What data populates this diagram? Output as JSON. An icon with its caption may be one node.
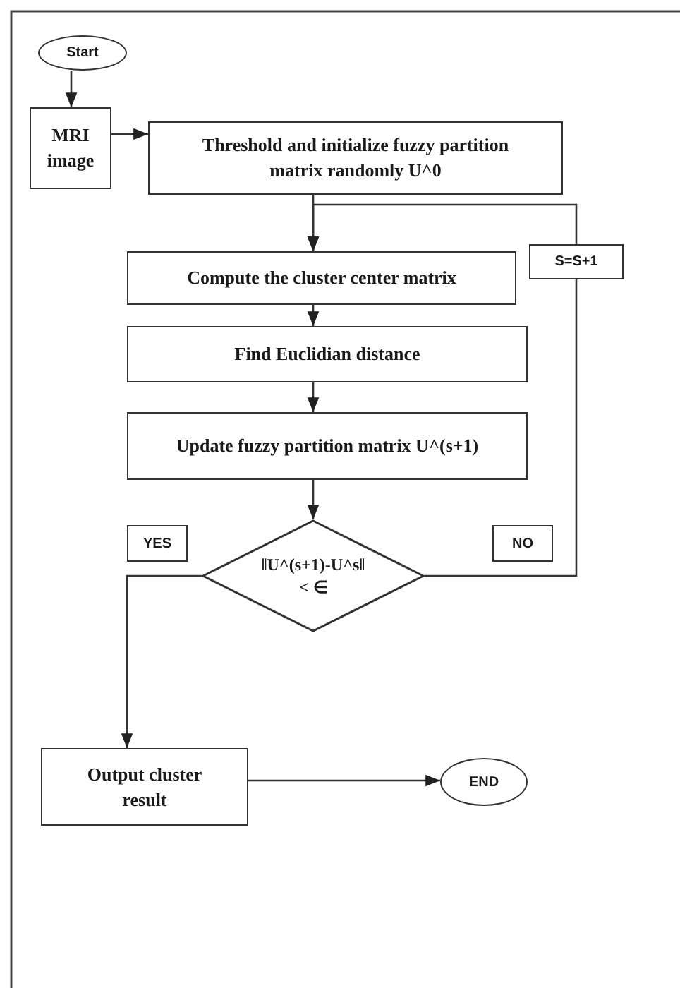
{
  "diagram": {
    "nodes": [
      {
        "text": [
          "Start"
        ]
      },
      {
        "text": [
          "MRI image"
        ]
      },
      {
        "text": [
          "Threshold and initialize fuzzy partition matrix randomly U^0"
        ]
      },
      {
        "text": [
          "S=S+1"
        ]
      },
      {
        "text": [
          "Compute the cluster center  matrix"
        ]
      },
      {
        "text": [
          "Find Euclidian  distance"
        ]
      },
      {
        "text": [
          "Update fuzzy partition matrix U^(s+1)"
        ]
      },
      {
        "text": [
          "YES"
        ]
      },
      {
        "text": [
          "NO"
        ]
      },
      {
        "text": [
          "‖U^(s+1)-U^s‖ < ∈"
        ]
      },
      {
        "text": [
          "Output cluster result"
        ]
      },
      {
        "text": [
          "END"
        ]
      }
    ],
    "edges": [
      {
        "from": 0,
        "to": 1,
        "arrow": "to"
      },
      {
        "from": 1,
        "to": 2,
        "arrow": "to"
      },
      {
        "from": 2,
        "to": 4,
        "arrow": "to"
      },
      {
        "from": 4,
        "to": 5,
        "arrow": "to"
      },
      {
        "from": 5,
        "to": 6,
        "arrow": "to"
      },
      {
        "from": 6,
        "to": 9,
        "arrow": "to"
      },
      {
        "from": 9,
        "to": 10,
        "arrow": "to"
      },
      {
        "from": 9,
        "to": 3,
        "arrow": "none"
      },
      {
        "from": 3,
        "to": 4,
        "arrow": "to"
      },
      {
        "from": 10,
        "to": 11,
        "arrow": "to"
      }
    ]
  }
}
